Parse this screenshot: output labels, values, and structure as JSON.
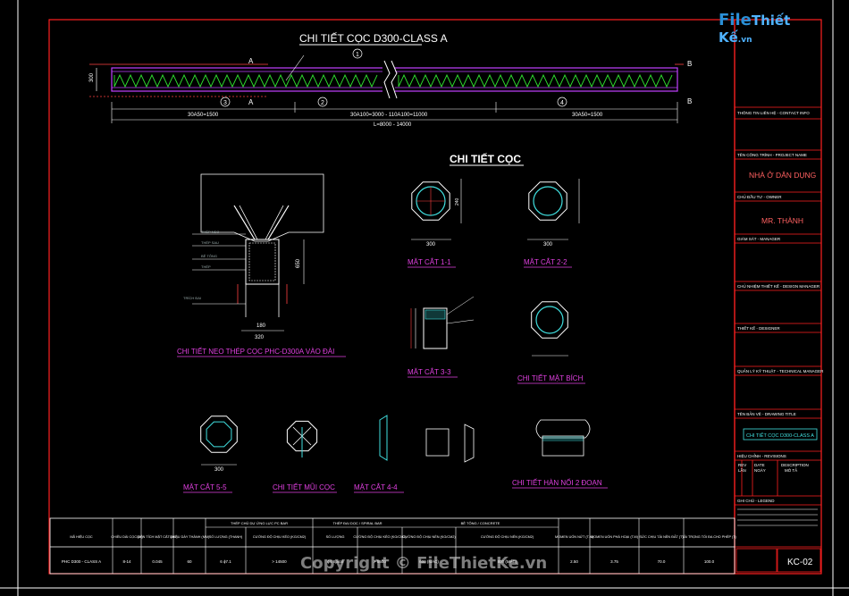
{
  "logo": {
    "brand_file": "File",
    "brand_rest": "Thiết Kế",
    "brand_suffix": ".vn"
  },
  "watermark": "Copyright © FileThietKe.vn",
  "pile_elevation": {
    "title": "CHI TIẾT CỌC D300-CLASS A",
    "section_marks": [
      "A",
      "A",
      "B",
      "B"
    ],
    "callouts": [
      "1",
      "2",
      "3",
      "4"
    ],
    "dim_left": "30A50=1500",
    "dim_mid": "30A100=3000 - 110A100=11000",
    "dim_right": "30A50=1500",
    "dim_total": "L=8000 - 14000",
    "height": "300"
  },
  "section_title": "CHI TIẾT CỌC",
  "views": {
    "anchor_detail": "CHI TIẾT NEO THÉP CỌC PHC-D300A VÀO ĐÀI",
    "cut_1_1": "MẶT CẮT 1-1",
    "cut_2_2": "MẶT CẮT 2-2",
    "cut_3_3": "MẶT CẮT 3-3",
    "flange_detail": "CHI TIẾT MẶT BÍCH",
    "cut_5_5": "MẶT CẮT 5-5",
    "tip_detail": "CHI TIẾT MŨI CỌC",
    "cut_4_4": "MẶT CẮT 4-4",
    "weld_detail": "CHI TIẾT HÀN NỐI 2 ĐOẠN"
  },
  "dims": {
    "d300": "300",
    "d320": "320",
    "d180": "180",
    "d240": "240",
    "d650": "650"
  },
  "title_block": {
    "contact_label": "THÔNG TIN LIÊN HỆ - CONTACT INFO",
    "project_label": "TÊN CÔNG TRÌNH - PROJECT NAME",
    "project_value": "NHÀ Ở DÂN DỤNG",
    "owner_label": "CHỦ ĐẦU TƯ - OWNER",
    "owner_value": "MR. THÀNH",
    "supervisor_label": "GIÁM SÁT - MANAGER",
    "designer_lead_label": "CHỦ NHIỆM THIẾT KẾ - DESIGN MANAGER",
    "designer_label": "THIẾT KẾ - DESIGNER",
    "tech_manager_label": "QUẢN LÝ KỸ THUẬT - TECHNICAL MANAGER",
    "drawing_title_label": "TÊN BẢN VẼ - DRAWING TITLE",
    "drawing_title_value": "CHI TIẾT CỌC D300-CLASS A",
    "revision_label": "HIỆU CHỈNH - REVISIONS",
    "rev_headers": [
      "REV",
      "DATE",
      "DESCRIPTION"
    ],
    "rev_headers_2": [
      "LẦN",
      "NGÀY",
      "MÔ TẢ"
    ],
    "notes_label": "GHI CHÚ - LEGEND",
    "sheet_no": "KC-02"
  },
  "table": {
    "headers": [
      "MÃ HIỆU CỌC",
      "CHIỀU DÀI CỌC (M)",
      "DIỆN TÍCH MẶT CẮT (M2)",
      "CHIỀU DÀY THÀNH (MM)",
      "SỐ LƯỢNG (THANH)",
      "CƯỜNG ĐỘ CHỊU KÉO (KG/CM2)",
      "SỐ LƯỢNG",
      "CƯỜNG ĐỘ CHỊU KÉO (KG/CM2)",
      "CƯỜNG ĐỘ CHỊU NÉN (KG/CM2)",
      "CƯỜNG ĐỘ CHỊU NÉN (KG/CM2)",
      "MOMEN UỐN NỨT (T.M)",
      "MOMEN UỐN PHÁ HOẠI (T.M)",
      "SỨC CHỊU TẢI NỀN ĐẤT (T)",
      "TẢI TRỌNG TỐI ĐA CHO PHÉP (T)"
    ],
    "group_headers": [
      "THÉP CHỦ DỰ ỨNG LỰC PC BAR",
      "THÉP ĐAI DỌC / SPIRAL BAR",
      "BÊ TÔNG / CONCRETE"
    ],
    "row": [
      "PHC D300 - CLASS A",
      "8-14",
      "0.045",
      "60",
      "6 ϕ7.1",
      "> 14500",
      "ϕ4 Spiral",
      "> 5500",
      "600 (MÁC)",
      "800 (MÁC)",
      "2.50",
      "3.75",
      "70.0",
      "100.0"
    ]
  }
}
